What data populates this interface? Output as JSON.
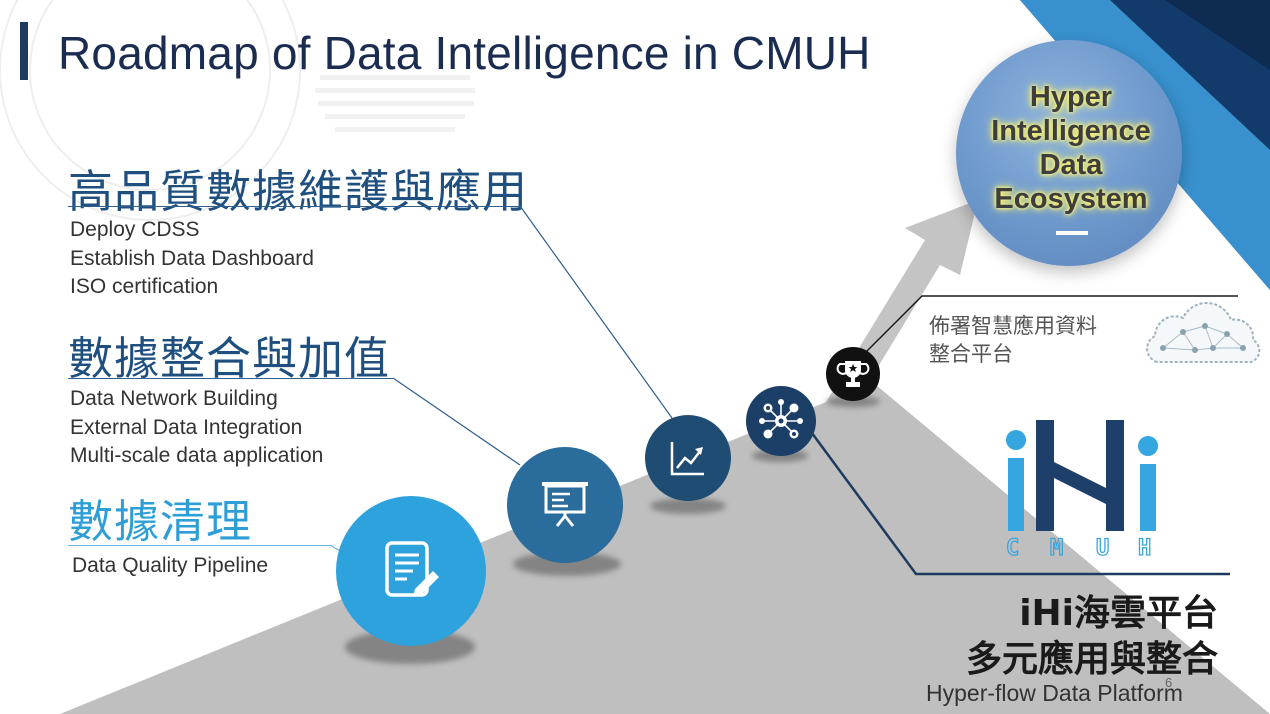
{
  "slide": {
    "title": "Roadmap of Data Intelligence in CMUH",
    "page_number": "6"
  },
  "stage3": {
    "heading": "高品質數據維護與應用",
    "items": [
      "Deploy CDSS",
      "Establish Data Dashboard",
      "ISO certification"
    ]
  },
  "stage2": {
    "heading": "數據整合與加值",
    "items": [
      "Data Network Building",
      "External Data Integration",
      "Multi-scale data application"
    ]
  },
  "stage1": {
    "heading": "數據清理",
    "items": [
      "Data Quality Pipeline"
    ]
  },
  "goal": {
    "lines": [
      "Hyper",
      "Intelligence",
      "Data",
      "Ecosystem"
    ]
  },
  "platform": {
    "lines": [
      "佈署智慧應用資料",
      "整合平台"
    ]
  },
  "ihi": {
    "logo_main": "iHi",
    "logo_sub": "CMUH",
    "zh_line1": "iHi海雲平台",
    "zh_line2": "多元應用與整合",
    "en": "Hyper-flow Data Platform"
  },
  "icons": {
    "step1": "document-edit-icon",
    "step2": "presentation-board-icon",
    "step3": "chart-up-icon",
    "step4": "ai-network-icon",
    "step5": "trophy-icon",
    "cloud": "cloud-network-icon"
  },
  "colors": {
    "navy": "#1f3a5f",
    "blue": "#2e9fd6",
    "mid_blue": "#2a6c9c",
    "dark_blue": "#1f4c72",
    "road": "#bfbfbf"
  }
}
